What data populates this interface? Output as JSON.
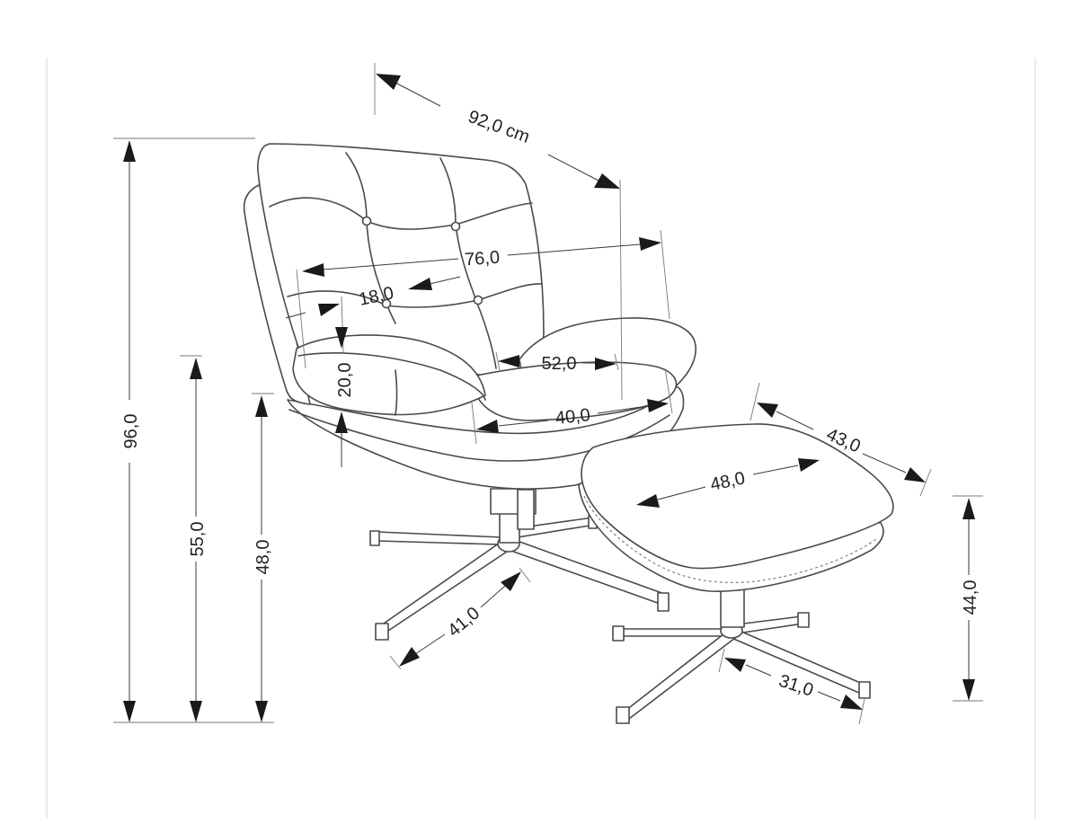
{
  "dimensions": {
    "depth_total": "92,0 cm",
    "seat_width_outer": "76,0",
    "armrest": "18,0",
    "seat_width_inner": "52,0",
    "armrest_height": "20,0",
    "seat_depth": "40,0",
    "height_total": "96,0",
    "armrest_floor_height": "55,0",
    "seat_height": "48,0",
    "base_radius_chair": "41,0",
    "ottoman_depth": "43,0",
    "ottoman_width": "48,0",
    "ottoman_height": "44,0",
    "base_radius_ottoman": "31,0"
  },
  "colors": {
    "line": "#4a4a4a",
    "dimension": "#1a1a1a",
    "frame": "#e4e4e4"
  }
}
